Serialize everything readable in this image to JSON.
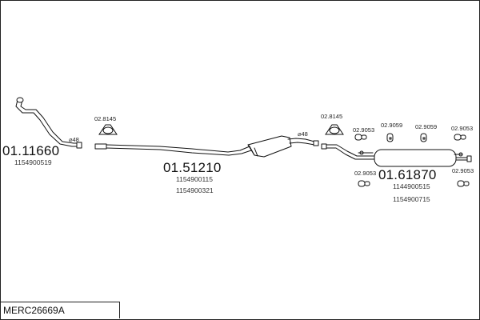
{
  "diagram_code": "MERC26669A",
  "parts": [
    {
      "id": "front-pipe",
      "number": "01.11660",
      "refs": [
        "1154900519"
      ],
      "diameter": "⌀48"
    },
    {
      "id": "middle-silencer",
      "number": "01.51210",
      "refs": [
        "1154900115",
        "1154900321"
      ],
      "diameter": "⌀48"
    },
    {
      "id": "rear-silencer",
      "number": "01.61870",
      "refs": [
        "1144900515",
        "1154900715"
      ]
    }
  ],
  "fittings": {
    "clamp_left": "02.8145",
    "clamp_right": "02.8145",
    "hanger_a": "02.9053",
    "hanger_b": "02.9059",
    "hanger_c": "02.9059",
    "hanger_d": "02.9053",
    "hanger_e": "02.9053",
    "hanger_f": "02.9053"
  }
}
